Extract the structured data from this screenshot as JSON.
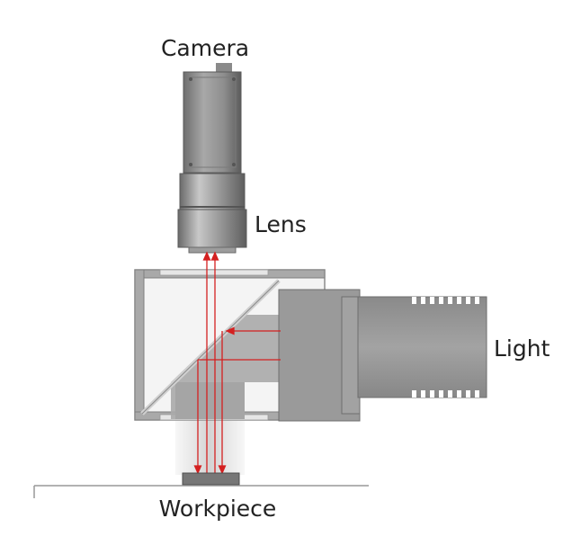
{
  "labels": {
    "camera": "Camera",
    "lens": "Lens",
    "light": "Light",
    "workpiece": "Workpiece"
  },
  "colors": {
    "beam": "#d42020",
    "housing": "#a7a7a7",
    "camera_body": "#8f8f8f",
    "light_body": "#969696"
  }
}
